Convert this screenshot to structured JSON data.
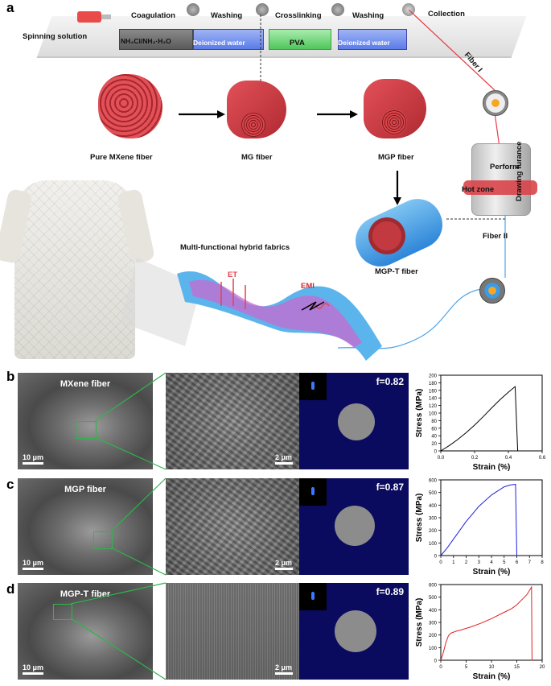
{
  "panel_letters": {
    "a": "a",
    "b": "b",
    "c": "c",
    "d": "d"
  },
  "process": {
    "spinning_solution": "Spinning solution",
    "coagulation": "Coagulation",
    "coag_bath": "NH₄Cl/NH₃·H₂O",
    "washing_1": "Washing",
    "bath_deionized_1": "Deionized water",
    "crosslinking": "Crosslinking",
    "bath_pva": "PVA",
    "washing_2": "Washing",
    "bath_deionized_2": "Deionized water",
    "collection": "Collection",
    "fiber_1": "Fiber I",
    "fiber_2": "Fiber II",
    "perform": "Perform",
    "hot_zone": "Hot zone",
    "drawing_furnace": "Drawing furance"
  },
  "fibers": {
    "pure": "Pure MXene fiber",
    "mg": "MG fiber",
    "mgp": "MGP fiber",
    "mgpt": "MGP-T fiber"
  },
  "fabric": {
    "title": "Multi-functional hybrid fabrics",
    "et": "ET",
    "emi": "EMI"
  },
  "rows": [
    {
      "sem_title": "MXene fiber",
      "scale_left": "10 μm",
      "scale_mid": "2 μm",
      "f_value": "f=0.82"
    },
    {
      "sem_title": "MGP fiber",
      "scale_left": "10 μm",
      "scale_mid": "2 μm",
      "f_value": "f=0.87"
    },
    {
      "sem_title": "MGP-T fiber",
      "scale_left": "10 μm",
      "scale_mid": "2 μm",
      "f_value": "f=0.89"
    }
  ],
  "colors": {
    "mxene_red": "#d9444a",
    "pva_green": "#5fcf6a",
    "water_blue": "#6d8cf0",
    "fiber_blue": "#4da3e8",
    "line_red": "#e8414a"
  },
  "chart_data": [
    {
      "type": "line",
      "xlabel": "Strain (%)",
      "ylabel": "Stress (MPa)",
      "xlim": [
        0,
        0.6
      ],
      "ylim": [
        0,
        200
      ],
      "xticks": [
        "0.0",
        "0.2",
        "0.4",
        "0.6"
      ],
      "yticks": [
        "0",
        "20",
        "40",
        "60",
        "80",
        "100",
        "120",
        "140",
        "160",
        "180",
        "200"
      ],
      "series": [
        {
          "color": "#000000",
          "x": [
            0,
            0.05,
            0.1,
            0.15,
            0.2,
            0.25,
            0.3,
            0.35,
            0.4,
            0.44,
            0.455,
            0.46
          ],
          "y": [
            0,
            14,
            30,
            48,
            68,
            90,
            113,
            135,
            155,
            170,
            0,
            0
          ]
        }
      ]
    },
    {
      "type": "line",
      "xlabel": "Strain (%)",
      "ylabel": "Stress (MPa)",
      "xlim": [
        0,
        8
      ],
      "ylim": [
        0,
        600
      ],
      "xticks": [
        "0",
        "1",
        "2",
        "3",
        "4",
        "5",
        "6",
        "7",
        "8"
      ],
      "yticks": [
        "0",
        "100",
        "200",
        "300",
        "400",
        "500",
        "600"
      ],
      "series": [
        {
          "color": "#2020e0",
          "x": [
            0,
            0.5,
            1,
            1.5,
            2,
            3,
            4,
            5,
            5.5,
            5.9,
            6.0,
            6.05
          ],
          "y": [
            0,
            60,
            130,
            200,
            270,
            390,
            480,
            545,
            560,
            565,
            0,
            0
          ]
        }
      ]
    },
    {
      "type": "line",
      "xlabel": "Strain (%)",
      "ylabel": "Stress (MPa)",
      "xlim": [
        0,
        20
      ],
      "ylim": [
        0,
        600
      ],
      "xticks": [
        "0",
        "5",
        "10",
        "15",
        "20"
      ],
      "yticks": [
        "0",
        "100",
        "200",
        "300",
        "400",
        "500",
        "600"
      ],
      "series": [
        {
          "color": "#e02020",
          "x": [
            0,
            0.5,
            1,
            1.5,
            2,
            3,
            4,
            6,
            8,
            10,
            12,
            14,
            15,
            16,
            17,
            17.9,
            18.0,
            18.1
          ],
          "y": [
            0,
            60,
            140,
            195,
            215,
            230,
            240,
            265,
            295,
            330,
            370,
            410,
            440,
            480,
            520,
            580,
            0,
            0
          ]
        }
      ]
    }
  ]
}
